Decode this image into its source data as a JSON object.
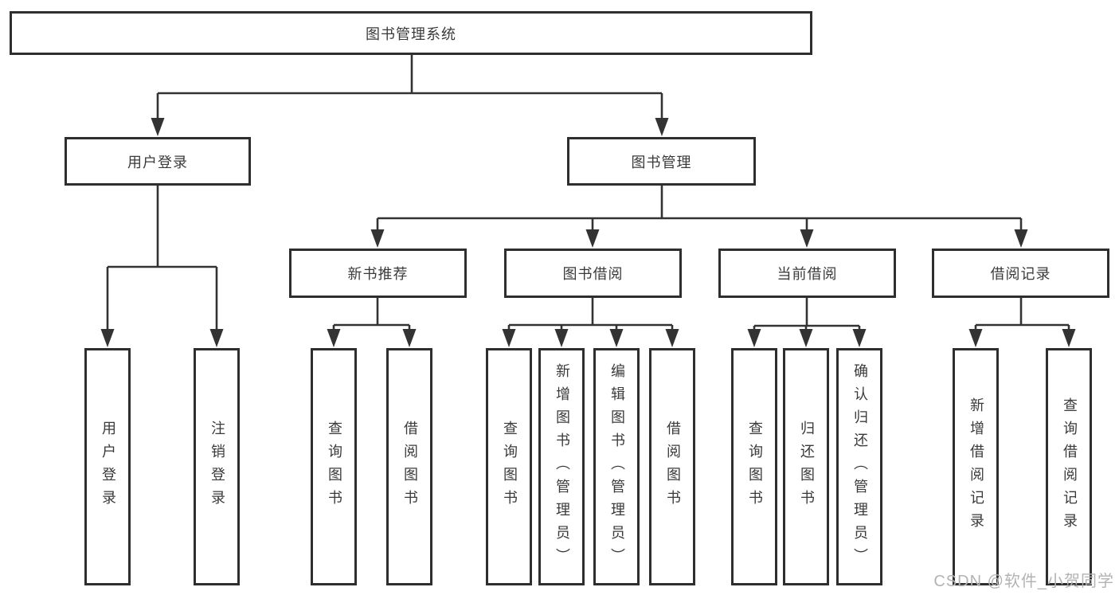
{
  "diagram": {
    "root": {
      "label": "图书管理系统"
    },
    "level2": [
      {
        "label": "用户登录"
      },
      {
        "label": "图书管理"
      }
    ],
    "level3": [
      {
        "label": "新书推荐",
        "parent": "图书管理"
      },
      {
        "label": "图书借阅",
        "parent": "图书管理"
      },
      {
        "label": "当前借阅",
        "parent": "图书管理"
      },
      {
        "label": "借阅记录",
        "parent": "图书管理"
      }
    ],
    "leaves": [
      {
        "label": "用户登录",
        "parent": "用户登录"
      },
      {
        "label": "注销登录",
        "parent": "用户登录"
      },
      {
        "label": "查询图书",
        "parent": "新书推荐"
      },
      {
        "label": "借阅图书",
        "parent": "新书推荐"
      },
      {
        "label": "查询图书",
        "parent": "图书借阅"
      },
      {
        "label": "新增图书（管理员）",
        "parent": "图书借阅"
      },
      {
        "label": "编辑图书（管理员）",
        "parent": "图书借阅"
      },
      {
        "label": "借阅图书",
        "parent": "图书借阅"
      },
      {
        "label": "查询图书",
        "parent": "当前借阅"
      },
      {
        "label": "归还图书",
        "parent": "当前借阅"
      },
      {
        "label": "确认归还（管理员）",
        "parent": "当前借阅"
      },
      {
        "label": "新增借阅记录",
        "parent": "借阅记录"
      },
      {
        "label": "查询借阅记录",
        "parent": "借阅记录"
      }
    ],
    "watermark": "CSDN @软件_小贺同学",
    "colors": {
      "line": "#333333",
      "border": "#2e2e2e",
      "text": "#3a3a3a",
      "watermark": "#b3b3b3",
      "background": "#ffffff"
    }
  }
}
